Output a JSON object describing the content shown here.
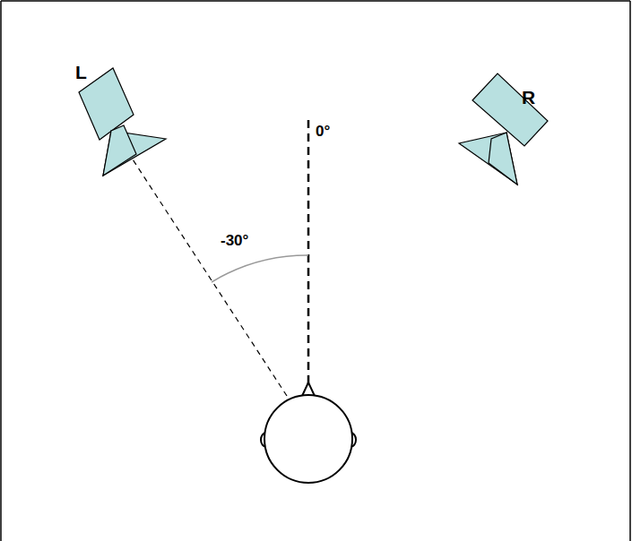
{
  "diagram": {
    "labels": [
      "L",
      "R",
      "0°",
      "-30°"
    ]
  }
}
